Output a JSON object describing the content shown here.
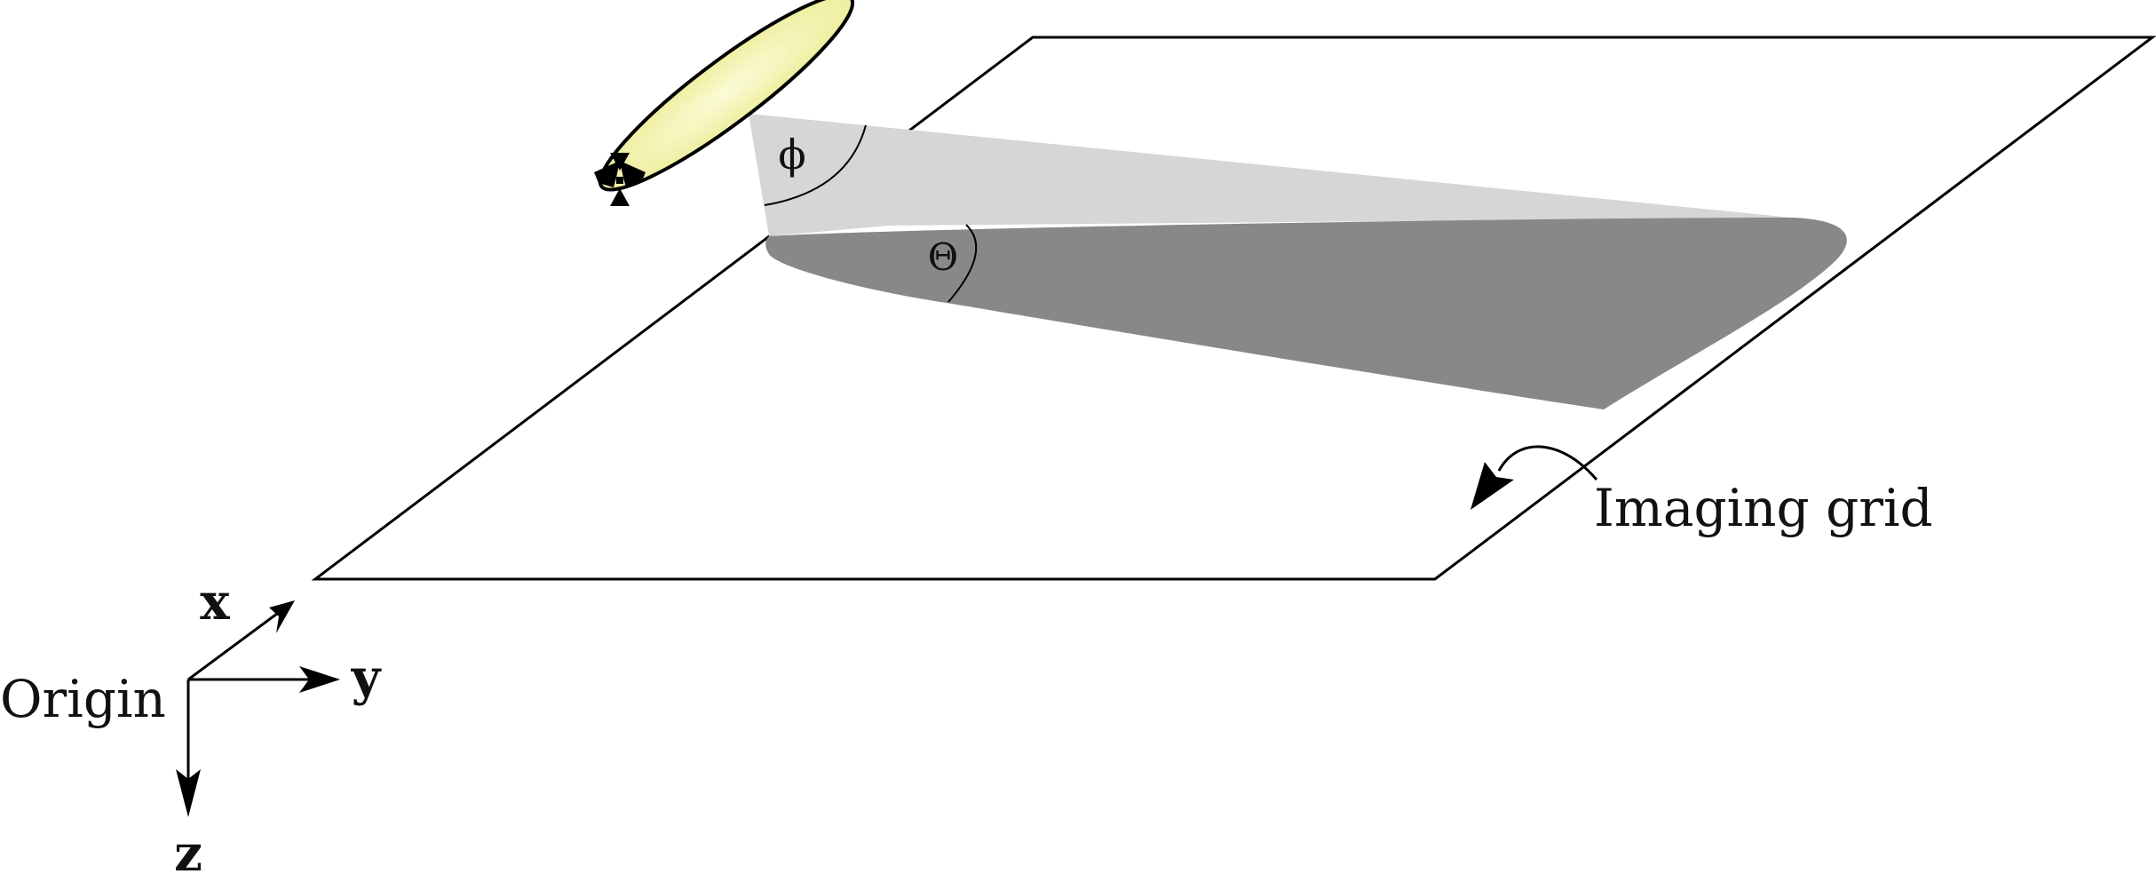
{
  "labels": {
    "phi": "ϕ",
    "theta": "Θ",
    "imaging_grid": "Imaging grid",
    "origin": "Origin",
    "axis_x": "x",
    "axis_y": "y",
    "axis_z": "z"
  },
  "colors": {
    "beam_upper": "#d6d6d6",
    "beam_lower": "#888888",
    "antenna_fill_center": "#fbfbd6",
    "antenna_fill_edge": "#ecec96",
    "stroke": "#000000"
  },
  "icons": {
    "antenna": "elliptical-antenna-icon",
    "transmitter": "bowtie-source-icon"
  }
}
